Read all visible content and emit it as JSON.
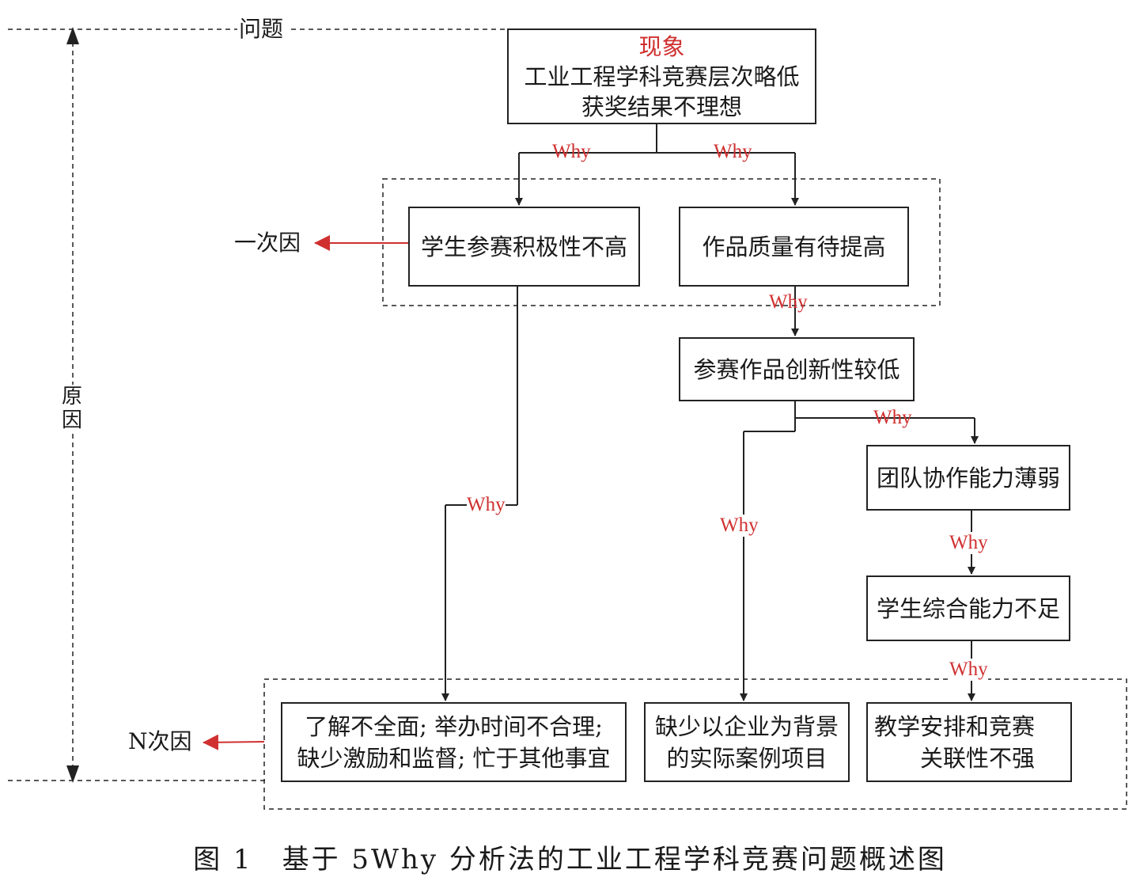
{
  "labels": {
    "question": "问题",
    "reason": "原因",
    "first_cause": "一次因",
    "n_cause": "N次因",
    "why": "Why"
  },
  "nodes": {
    "phenomenon": {
      "tag": "现象",
      "line1": "工业工程学科竞赛层次略低",
      "line2": "获奖结果不理想"
    },
    "low_motivation": "学生参赛积极性不高",
    "quality": "作品质量有待提高",
    "innovation": "参赛作品创新性较低",
    "teamwork": "团队协作能力薄弱",
    "ability": "学生综合能力不足",
    "root_a": {
      "line1": "了解不全面; 举办时间不合理;",
      "line2": "缺少激励和监督; 忙于其他事宜"
    },
    "root_b": {
      "line1": "缺少以企业为背景",
      "line2": "的实际案例项目"
    },
    "root_c": {
      "line1": "教学安排和竞赛",
      "line2": "关联性不强"
    }
  },
  "caption": "图 1　基于 5Why 分析法的工业工程学科竞赛问题概述图",
  "colors": {
    "accent": "#d03030",
    "line": "#222222"
  }
}
